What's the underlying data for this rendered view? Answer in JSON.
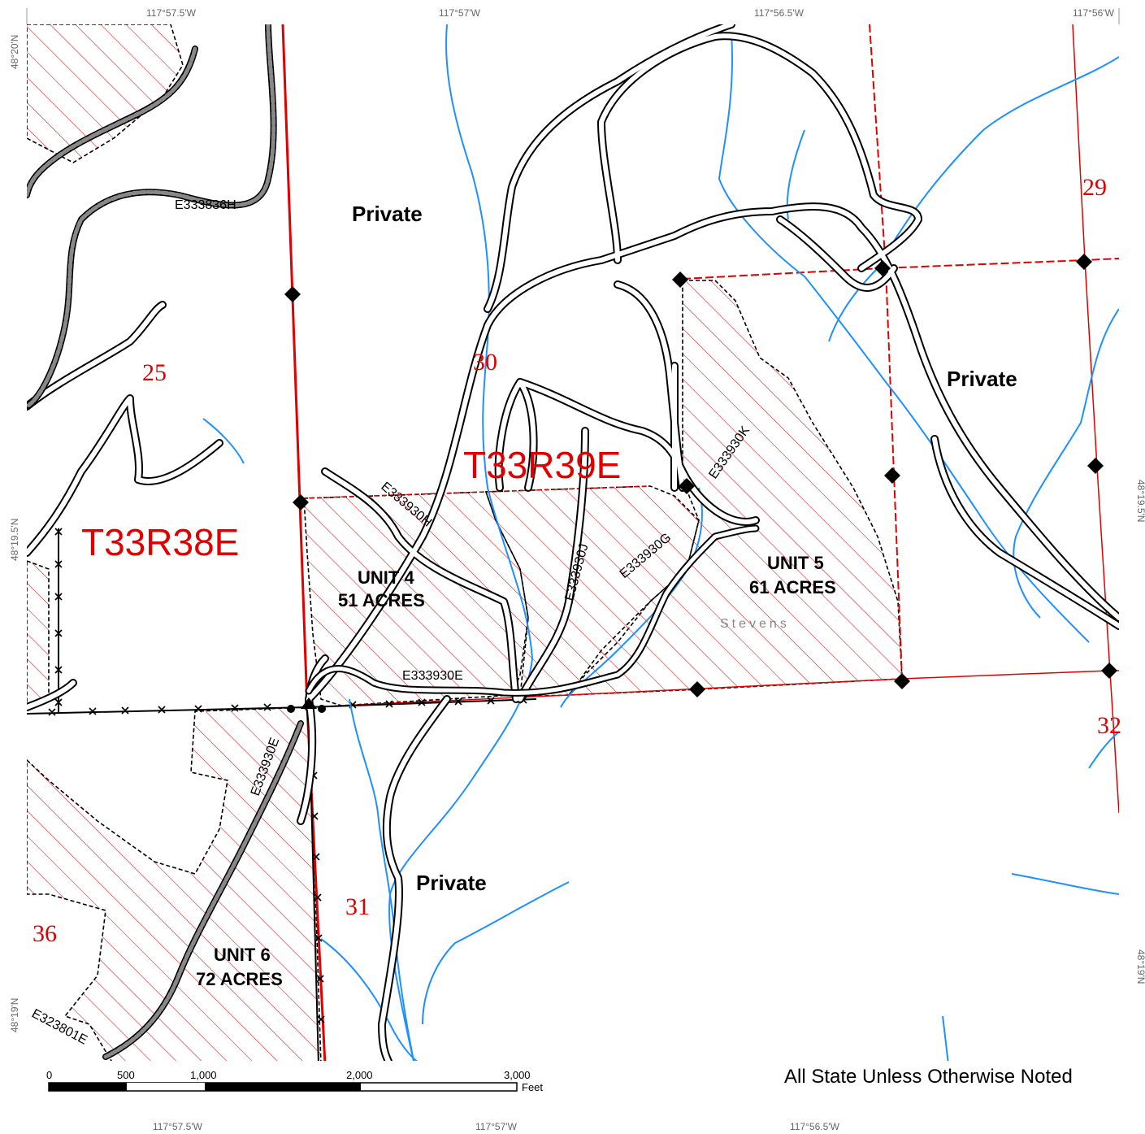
{
  "coords": {
    "top": [
      "117°57.5'W",
      "117°57'W",
      "117°56.5'W",
      "117°56'W"
    ],
    "bottom": [
      "117°57.5'W",
      "117°57'W",
      "117°56.5'W"
    ],
    "left": [
      "48°20'N",
      "48°19.5'N",
      "48°19'N"
    ],
    "right": [
      "48°19.5'N",
      "48°19'N"
    ]
  },
  "townships": [
    "T33R38E",
    "T33R39E"
  ],
  "sections": [
    "25",
    "30",
    "29",
    "31",
    "32",
    "36"
  ],
  "ownership": [
    "Private",
    "Private",
    "Private"
  ],
  "units": [
    {
      "name": "UNIT 4",
      "acres": "51 ACRES"
    },
    {
      "name": "UNIT 5",
      "acres": "61 ACRES"
    },
    {
      "name": "UNIT 6",
      "acres": "72 ACRES"
    }
  ],
  "roads": [
    "E333836H",
    "E333930H",
    "E333930K",
    "E333930J",
    "E333930G",
    "E333930E",
    "E333930E",
    "E323801E"
  ],
  "county": "Stevens",
  "scalebar": {
    "ticks": [
      "0",
      "500",
      "1,000",
      "2,000",
      "3,000"
    ],
    "unit": "Feet"
  },
  "note": "All State Unless Otherwise Noted",
  "colors": {
    "section_line": "#e00000",
    "stream": "#1e90ff",
    "road_fill": "#ffffff",
    "road_edge": "#000000"
  }
}
